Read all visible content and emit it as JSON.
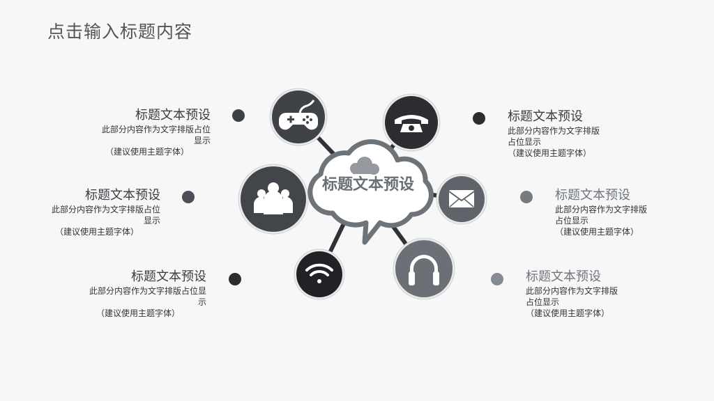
{
  "slide_title": "点击输入标题内容",
  "center": {
    "label": "标题文本预设"
  },
  "colors": {
    "dark": "#34373c",
    "mid": "#4a4e55",
    "gray": "#6b7076",
    "light_gray": "#7b8087",
    "cloud_border": "#6e7378"
  },
  "nodes": [
    {
      "icon": "gamepad-icon",
      "color": "#3f4246"
    },
    {
      "icon": "phone-icon",
      "color": "#2b2d31"
    },
    {
      "icon": "users-icon",
      "color": "#42454a"
    },
    {
      "icon": "mail-icon",
      "color": "#5f646a"
    },
    {
      "icon": "wifi-icon",
      "color": "#202226"
    },
    {
      "icon": "headphones-icon",
      "color": "#6b7076"
    }
  ],
  "blocks": [
    {
      "title": "标题文本预设",
      "body_line1": "此部分内容作为文字排版占位",
      "body_line2": "显示",
      "note": "（建议使用主题字体）"
    },
    {
      "title": "标题文本预设",
      "body_line1": "此部分内容作为文字排版占位",
      "body_line2": "显示",
      "note": "（建议使用主题字体）"
    },
    {
      "title": "标题文本预设",
      "body_line1": "此部分内容作为文字排版占位显",
      "body_line2": "示",
      "note": "（建议使用主题字体）"
    },
    {
      "title": "标题文本预设",
      "body_line1": "此部分内容作为文字排版",
      "body_line2": "占位显示",
      "note": "（建议使用主题字体）"
    },
    {
      "title": "标题文本预设",
      "body_line1": "此部分内容作为文字排版",
      "body_line2": "占位显示",
      "note": "（建议使用主题字体）"
    },
    {
      "title": "标题文本预设",
      "body_line1": "此部分内容作为文字排版",
      "body_line2": "占位显示",
      "note": "（建议使用主题字体）"
    }
  ]
}
